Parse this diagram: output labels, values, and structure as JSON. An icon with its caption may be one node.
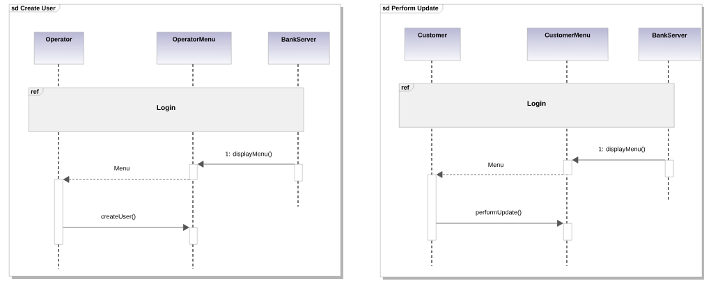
{
  "diagram": {
    "nodes": [
      {
        "text": [
          "sd Create User"
        ]
      },
      {
        "text": [
          "Operator"
        ],
        "in": 0
      },
      {
        "text": [
          "OperatorMenu"
        ],
        "in": 0
      },
      {
        "text": [
          "BankServer"
        ],
        "in": 0
      },
      {
        "text": [
          "ref",
          "Login"
        ],
        "in": 0
      },
      {
        "text": [],
        "shape": "bar",
        "in": 0
      },
      {
        "text": [],
        "shape": "bar",
        "in": 0
      },
      {
        "text": [],
        "shape": "bar",
        "in": 0
      },
      {
        "text": [],
        "shape": "bar",
        "in": 0
      },
      {
        "text": [
          "sd Perform Update"
        ]
      },
      {
        "text": [
          "Customer"
        ],
        "in": 9
      },
      {
        "text": [
          "CustomerMenu"
        ],
        "in": 9
      },
      {
        "text": [
          "BankServer"
        ],
        "in": 9
      },
      {
        "text": [
          "ref",
          "Login"
        ],
        "in": 9
      },
      {
        "text": [],
        "shape": "bar",
        "in": 9
      },
      {
        "text": [],
        "shape": "bar",
        "in": 9
      },
      {
        "text": [],
        "shape": "bar",
        "in": 9
      },
      {
        "text": [],
        "shape": "bar",
        "in": 9
      }
    ],
    "edges": [
      {
        "from": 5,
        "to": 6,
        "arrow": "to",
        "label": "1: displayMenu()"
      },
      {
        "from": 6,
        "to": 7,
        "arrow": "to",
        "label": "Menu",
        "style": "dashed"
      },
      {
        "from": 7,
        "to": 8,
        "arrow": "to",
        "label": "createUser()"
      },
      {
        "from": 14,
        "to": 15,
        "arrow": "to",
        "label": "1: displayMenu()"
      },
      {
        "from": 15,
        "to": 16,
        "arrow": "to",
        "label": "Menu",
        "style": "dashed"
      },
      {
        "from": 16,
        "to": 17,
        "arrow": "to",
        "label": "performUpdate()"
      }
    ]
  }
}
